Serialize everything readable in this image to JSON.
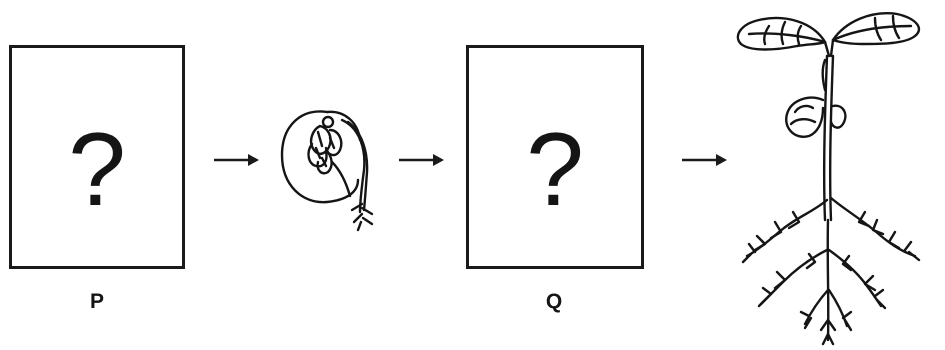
{
  "stages": [
    {
      "placeholder": "?",
      "label": "P"
    },
    {
      "placeholder": "?",
      "label": "Q"
    }
  ],
  "illustrations": {
    "germinating_seed": "germinating-seed-drawing",
    "bean_seedling": "bean-seedling-drawing"
  },
  "colors": {
    "ink": "#151515",
    "background": "#ffffff"
  }
}
